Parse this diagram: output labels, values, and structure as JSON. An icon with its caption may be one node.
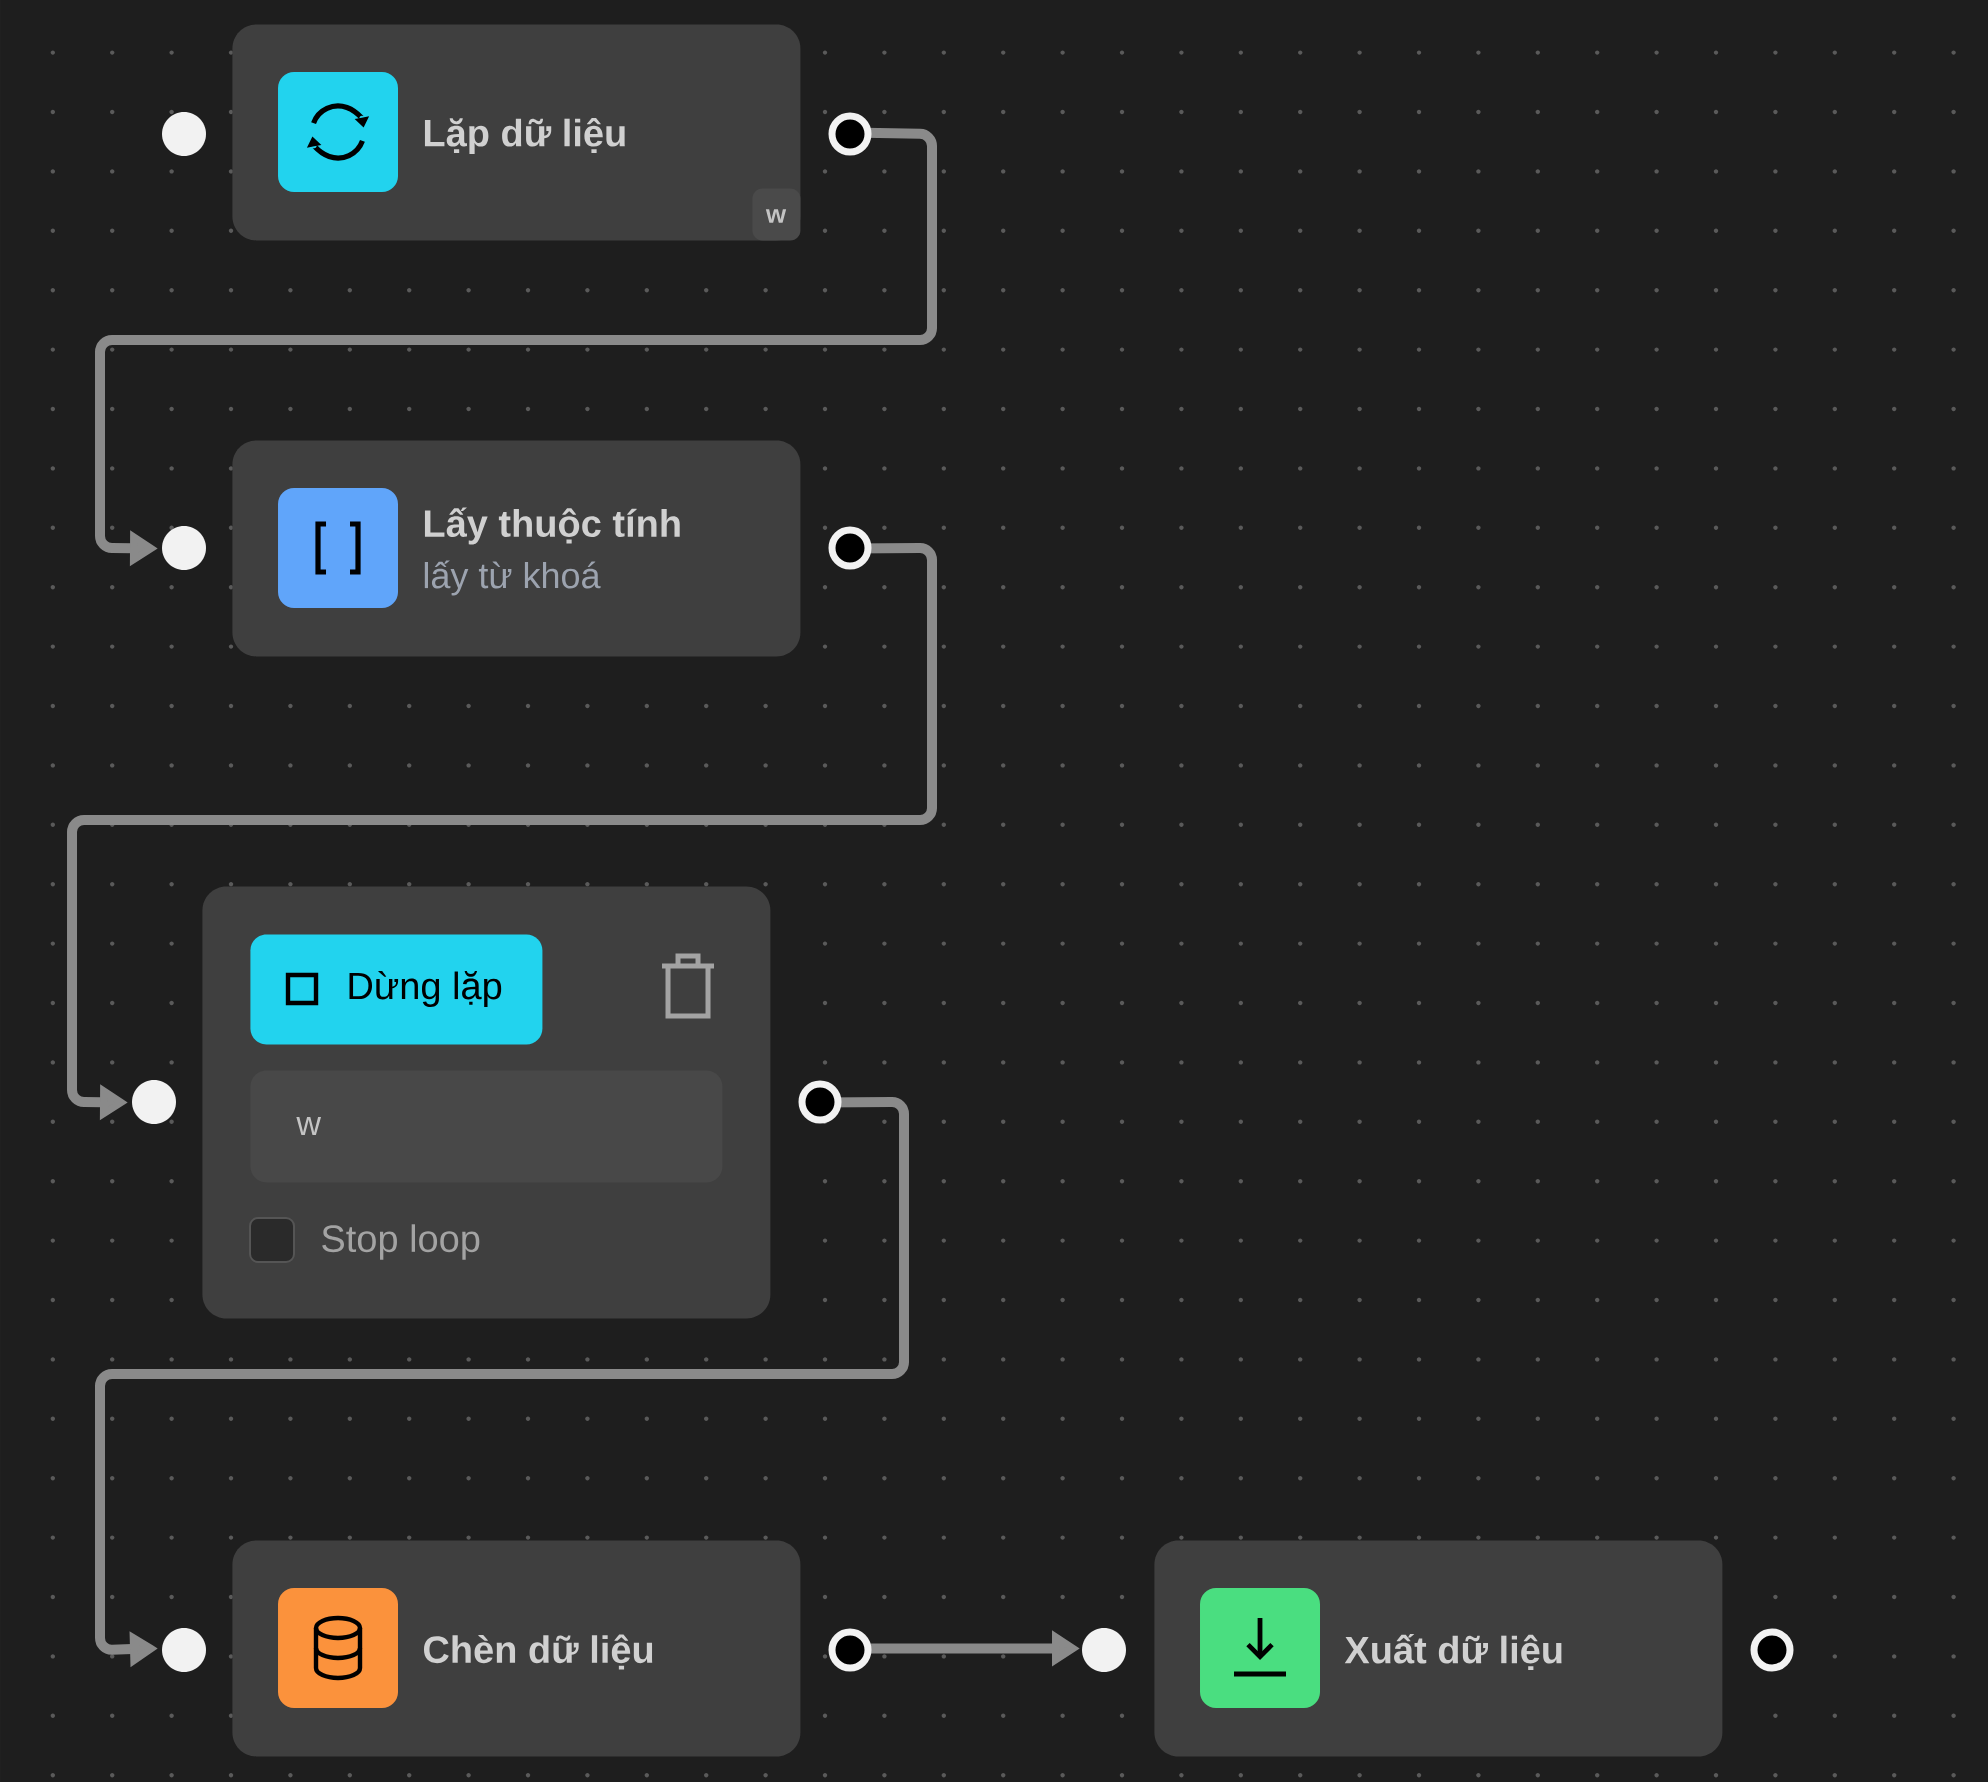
{
  "diagram": {
    "nodes": [
      {
        "text": [
          "Lặp dữ liệu"
        ]
      },
      {
        "text": [
          "w"
        ],
        "in": 0
      },
      {
        "text": [
          "Lấy thuộc tính",
          "lấy từ khoá"
        ]
      },
      {
        "text": [],
        "shape": "box"
      },
      {
        "text": [
          "Dừng lặp"
        ],
        "in": 3
      },
      {
        "text": [
          "w"
        ],
        "in": 3
      },
      {
        "text": [
          "Chèn dữ liệu"
        ]
      },
      {
        "text": [
          "Xuất dữ liệu"
        ]
      }
    ],
    "edges": [
      {
        "from": 0,
        "to": 2,
        "arrow": "to"
      },
      {
        "from": 2,
        "to": 3,
        "arrow": "to"
      },
      {
        "from": 3,
        "to": 6,
        "arrow": "to"
      },
      {
        "from": 6,
        "to": 7,
        "arrow": "to"
      }
    ],
    "labels": [
      "Stop loop"
    ]
  }
}
